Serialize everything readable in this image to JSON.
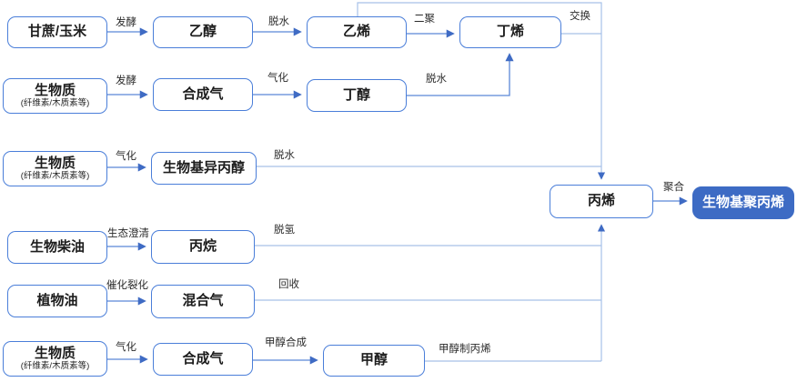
{
  "nodes": [
    {
      "label": "甘蔗/玉米"
    },
    {
      "label": "乙醇"
    },
    {
      "label": "乙烯"
    },
    {
      "label": "丁烯"
    },
    {
      "label": "生物质",
      "sublabel": "(纤维素/木质素等)"
    },
    {
      "label": "合成气"
    },
    {
      "label": "丁醇"
    },
    {
      "label": "生物质",
      "sublabel": "(纤维素/木质素等)"
    },
    {
      "label": "生物基异丙醇"
    },
    {
      "label": "丙烯"
    },
    {
      "label": "生物基聚丙烯"
    },
    {
      "label": "生物柴油"
    },
    {
      "label": "丙烷"
    },
    {
      "label": "植物油"
    },
    {
      "label": "混合气"
    },
    {
      "label": "生物质",
      "sublabel": "(纤维素/木质素等)"
    },
    {
      "label": "合成气"
    },
    {
      "label": "甲醇"
    }
  ],
  "edge_labels": [
    "发酵",
    "脱水",
    "二聚",
    "交换",
    "发酵",
    "气化",
    "脱水",
    "气化",
    "脱水",
    "聚合",
    "生态澄清",
    "脱氢",
    "催化裂化",
    "回收",
    "气化",
    "甲醇合成",
    "甲醇制丙烯"
  ],
  "colors": {
    "node_border": "#4a7ed9",
    "node_fill": "#ffffff",
    "node_text": "#1c1c1c",
    "connector_line": "#a7c1e8",
    "arrow_line": "#5b87d7",
    "arrowhead": "#3f6bc4",
    "final_node_fill": "#3d6bc4",
    "final_node_text": "#ffffff"
  }
}
